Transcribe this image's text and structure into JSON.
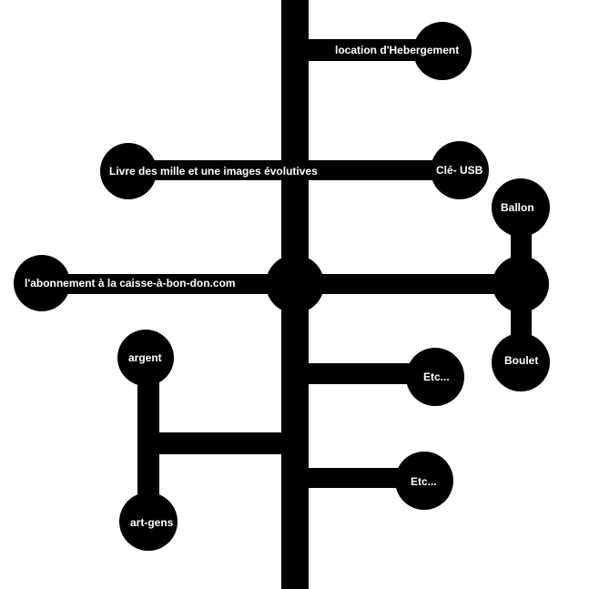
{
  "colors": {
    "background": "#ffffff",
    "ink": "#000000",
    "text": "#ffffff"
  },
  "nodes": {
    "location_hebergement": "location d'Hebergement",
    "livre": "Livre des mille et une images  évolutives",
    "cle_usb": "Clé- USB",
    "ballon": "Ballon",
    "abonnement": "l'abonnement à la caisse-à-bon-don.com",
    "boulet": "Boulet",
    "argent": "argent",
    "etc_1": "Etc...",
    "etc_2": "Etc...",
    "art_gens": "art-gens"
  }
}
